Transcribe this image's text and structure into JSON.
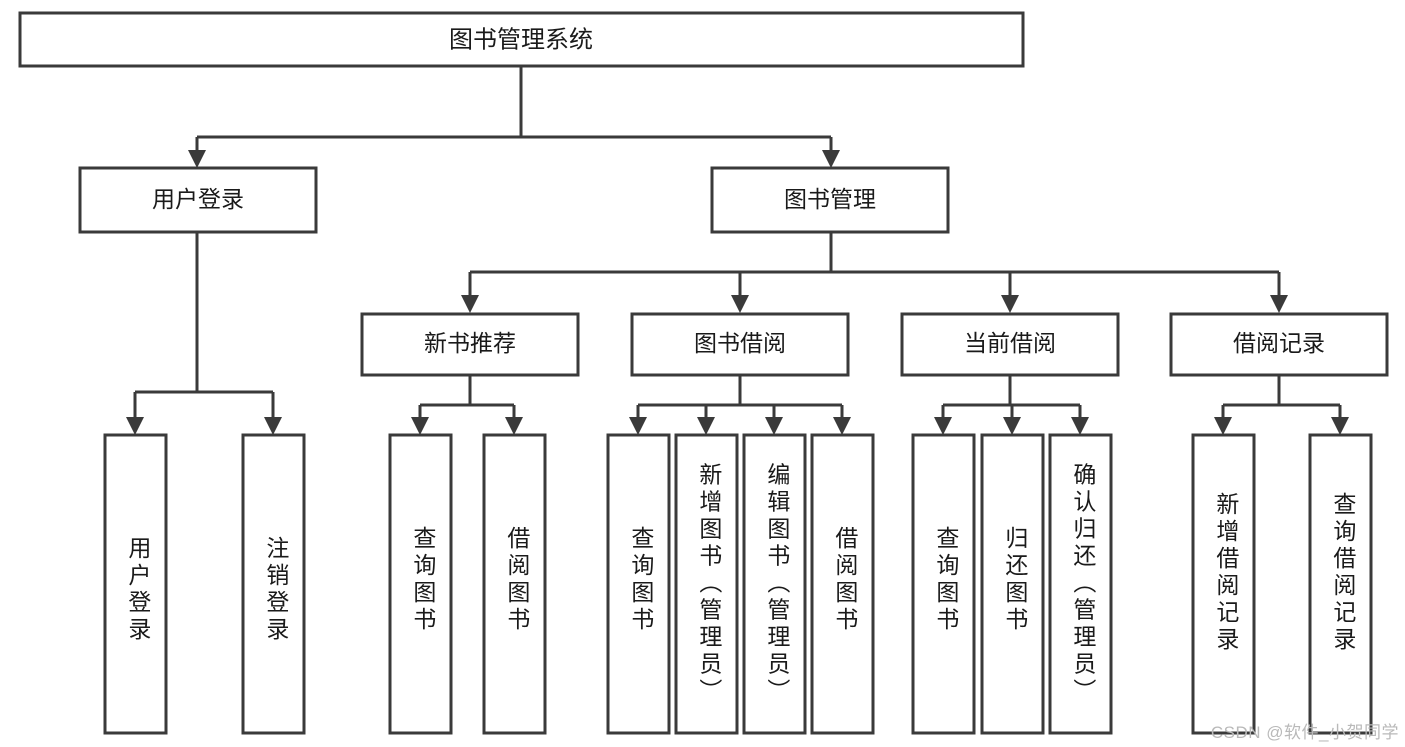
{
  "diagram": {
    "type": "tree-hierarchy-flowchart",
    "root": {
      "id": "root",
      "label": "图书管理系统"
    },
    "level1": [
      {
        "id": "user-login",
        "label": "用户登录"
      },
      {
        "id": "book-management",
        "label": "图书管理"
      }
    ],
    "level2": [
      {
        "id": "new-book-recommend",
        "label": "新书推荐",
        "parent": "book-management"
      },
      {
        "id": "book-borrow",
        "label": "图书借阅",
        "parent": "book-management"
      },
      {
        "id": "current-borrow",
        "label": "当前借阅",
        "parent": "book-management"
      },
      {
        "id": "borrow-record",
        "label": "借阅记录",
        "parent": "book-management"
      }
    ],
    "leaves": {
      "user-login": [
        {
          "id": "leaf-user-login",
          "label": "用户登录"
        },
        {
          "id": "leaf-logout-login",
          "label": "注销登录"
        }
      ],
      "new-book-recommend": [
        {
          "id": "leaf-query-book-1",
          "label": "查询图书"
        },
        {
          "id": "leaf-borrow-book-1",
          "label": "借阅图书"
        }
      ],
      "book-borrow": [
        {
          "id": "leaf-query-book-2",
          "label": "查询图书"
        },
        {
          "id": "leaf-add-book",
          "label": "新增图书（管理员）"
        },
        {
          "id": "leaf-edit-book",
          "label": "编辑图书（管理员）"
        },
        {
          "id": "leaf-borrow-book-2",
          "label": "借阅图书"
        }
      ],
      "current-borrow": [
        {
          "id": "leaf-query-book-3",
          "label": "查询图书"
        },
        {
          "id": "leaf-return-book",
          "label": "归还图书"
        },
        {
          "id": "leaf-confirm-return",
          "label": "确认归还（管理员）"
        }
      ],
      "borrow-record": [
        {
          "id": "leaf-add-record",
          "label": "新增借阅记录"
        },
        {
          "id": "leaf-query-record",
          "label": "查询借阅记录"
        }
      ]
    }
  },
  "watermark": {
    "text": "CSDN @软件_小贺同学"
  },
  "colors": {
    "stroke": "#3a3a3a",
    "fill": "#ffffff",
    "text": "#1a1a1a",
    "watermark": "#b9b9b9"
  }
}
